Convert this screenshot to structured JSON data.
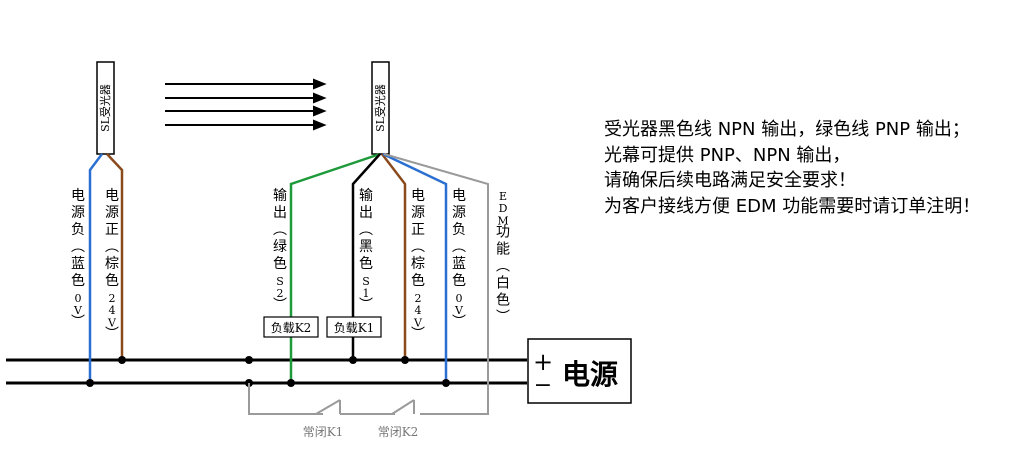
{
  "emitter": {
    "label": "SL受光器"
  },
  "receiver": {
    "label": "SL受光器"
  },
  "power_box": {
    "label": "电源",
    "plus": "+",
    "minus": "−"
  },
  "left_wires": [
    {
      "text": "电源负（蓝色0V）",
      "color": "#2a6fd1"
    },
    {
      "text": "电源正（棕色24V）",
      "color": "#8a4a1c"
    }
  ],
  "receiver_wires": [
    {
      "text": "输出（绿色S2）",
      "color": "#1e9a3a"
    },
    {
      "text": "输出（黑色S1）",
      "color": "#000000"
    },
    {
      "text": "电源正（棕色24V）",
      "color": "#8a4a1c"
    },
    {
      "text": "电源负（蓝色0V）",
      "color": "#2a6fd1"
    },
    {
      "text": "EDM功能（白色）",
      "color": "#9a9a9a"
    }
  ],
  "loads": [
    {
      "label": "负载K2"
    },
    {
      "label": "负载K1"
    }
  ],
  "contacts": [
    {
      "label": "常闭K1"
    },
    {
      "label": "常闭K2"
    }
  ],
  "notes": [
    "受光器黑色线 NPN 输出，绿色线 PNP 输出；",
    "光幕可提供 PNP、NPN 输出，",
    "请确保后续电路满足安全要求！",
    "为客户接线方便 EDM 功能需要时请订单注明！"
  ]
}
